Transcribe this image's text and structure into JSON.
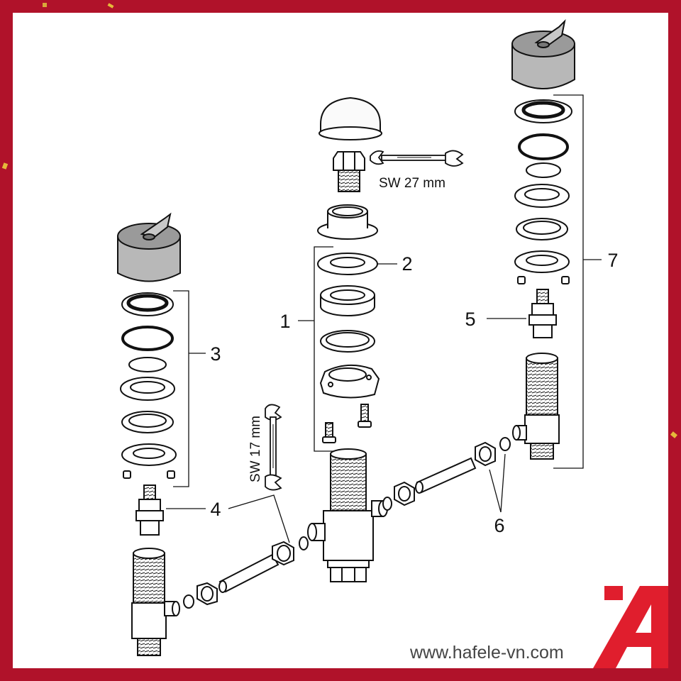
{
  "callouts": {
    "c1": "1",
    "c2": "2",
    "c3": "3",
    "c4": "4",
    "c5": "5",
    "c6": "6",
    "c7": "7"
  },
  "wrench_labels": {
    "sw27": "SW 27 mm",
    "sw17": "SW 17 mm"
  },
  "watermark": "www.hafele-vn.com",
  "brand_logo_icon": "hafele-logo-icon",
  "colors": {
    "frame": "#b0122a",
    "logo": "#e01e2d",
    "cap": "#b8b8b8"
  }
}
